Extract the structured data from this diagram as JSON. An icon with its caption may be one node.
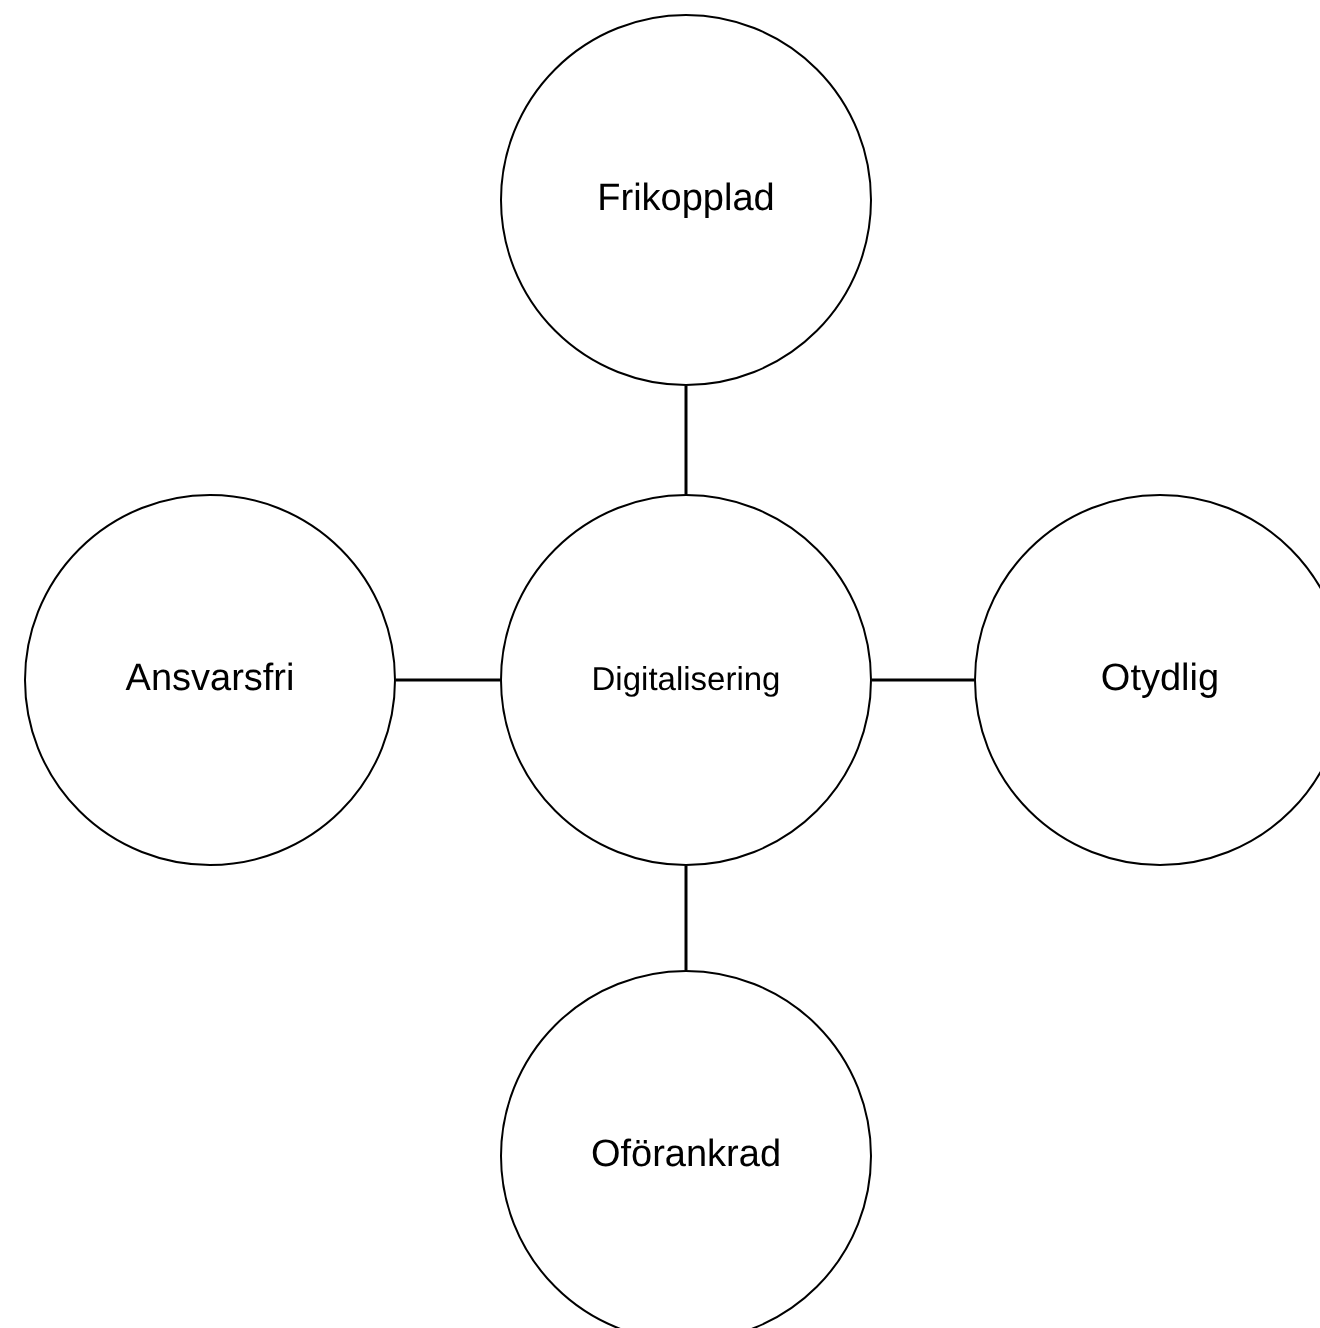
{
  "diagram": {
    "nodes": [
      {
        "text": [
          "Digitalisering"
        ]
      },
      {
        "text": [
          "Frikopplad"
        ]
      },
      {
        "text": [
          "Ansvarsfri"
        ]
      },
      {
        "text": [
          "Otydlig"
        ]
      },
      {
        "text": [
          "Oförankrad"
        ]
      }
    ],
    "edges": [
      {
        "from": 0,
        "to": 1,
        "arrow": "none"
      },
      {
        "from": 0,
        "to": 2,
        "arrow": "none"
      },
      {
        "from": 0,
        "to": 3,
        "arrow": "none"
      },
      {
        "from": 0,
        "to": 4,
        "arrow": "none"
      }
    ]
  }
}
